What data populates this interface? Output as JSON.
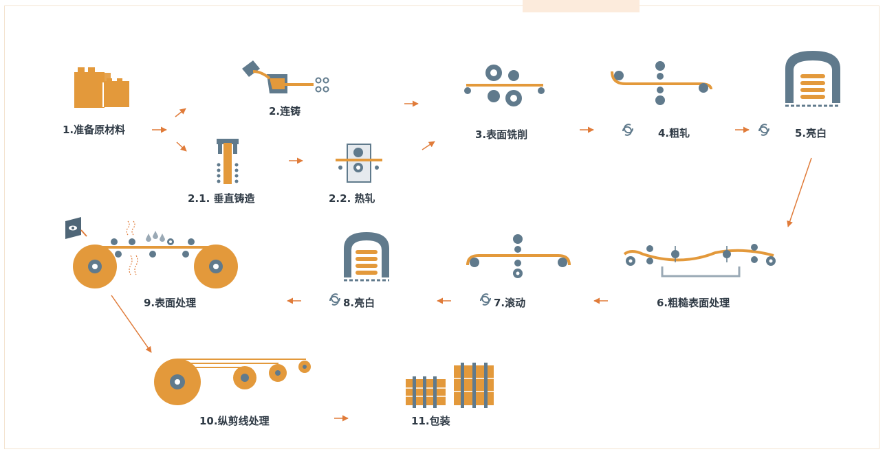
{
  "colors": {
    "orange": "#e3993b",
    "steel": "#607a8c",
    "dark": "#2f3a45",
    "accent": "#f2a66a"
  },
  "steps": {
    "s1": "1.准备原材料",
    "s2": "2.连铸",
    "s2_1": "2.1. 垂直铸造",
    "s2_2": "2.2. 热轧",
    "s3": "3.表面铣削",
    "s4": "4.粗轧",
    "s5": "5.亮白",
    "s6": "6.粗糙表面处理",
    "s7": "7.滚动",
    "s8": "8.亮白",
    "s9": "9.表面处理",
    "s10": "10.纵剪线处理",
    "s11": "11.包装"
  },
  "icons": [
    "raw-material-icon",
    "ladle-pour-icon",
    "vertical-caster-icon",
    "hot-rolling-mill-icon",
    "milling-rollers-icon",
    "roughing-rollers-icon",
    "bright-annealing-furnace-icon",
    "rough-surface-rollers-icon",
    "rolling-rollers-icon",
    "surface-treatment-line-icon",
    "slitting-line-icon",
    "packaging-icon",
    "refresh-icon",
    "eye-icon",
    "arrow-icon"
  ]
}
